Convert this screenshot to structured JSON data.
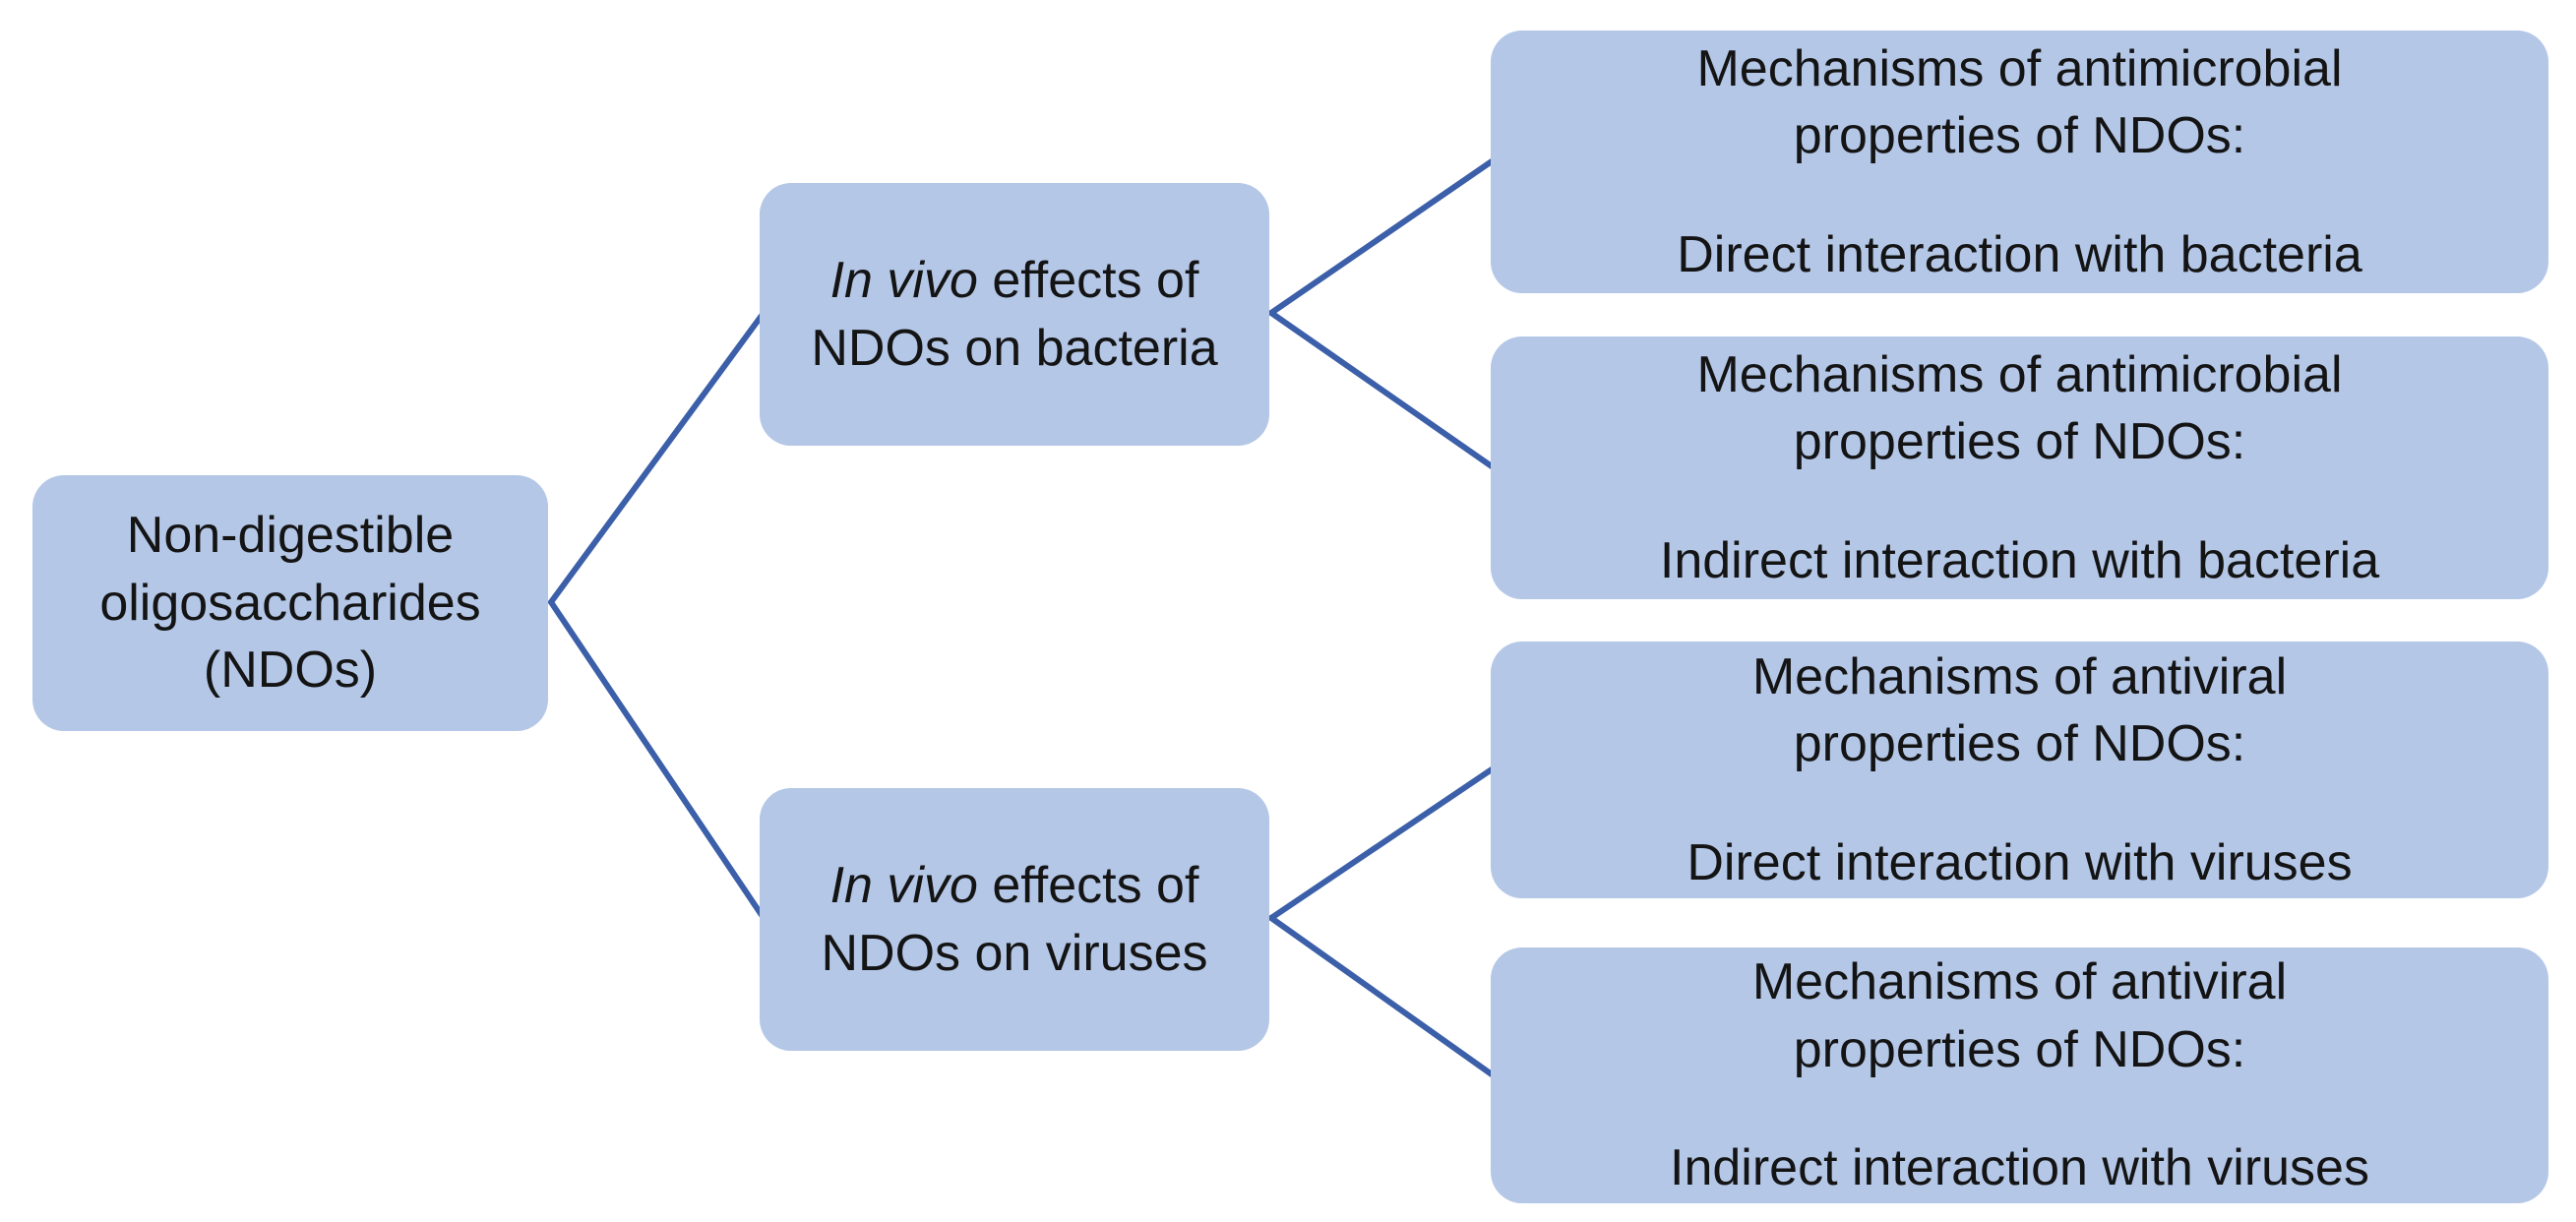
{
  "diagram": {
    "colors": {
      "background": "#ffffff",
      "box_fill": "#b4c7e7",
      "line_color": "#3c5fa9",
      "text_color": "#141414"
    },
    "root": {
      "lines": [
        "Non-digestible",
        "oligosaccharides",
        "(NDOs)"
      ]
    },
    "level2": [
      {
        "italic": "In vivo",
        "rest": " effects of",
        "line2": "NDOs on bacteria"
      },
      {
        "italic": "In vivo",
        "rest": " effects of",
        "line2": "NDOs on viruses"
      }
    ],
    "level3": [
      {
        "title_lines": [
          "Mechanisms of antimicrobial",
          "properties of NDOs:"
        ],
        "subtitle": "Direct interaction with bacteria"
      },
      {
        "title_lines": [
          "Mechanisms of antimicrobial",
          "properties of NDOs:"
        ],
        "subtitle": "Indirect interaction with bacteria"
      },
      {
        "title_lines": [
          "Mechanisms of antiviral",
          "properties of NDOs:"
        ],
        "subtitle": "Direct interaction with viruses"
      },
      {
        "title_lines": [
          "Mechanisms of antiviral",
          "properties of NDOs:"
        ],
        "subtitle": "Indirect interaction with viruses"
      }
    ]
  }
}
